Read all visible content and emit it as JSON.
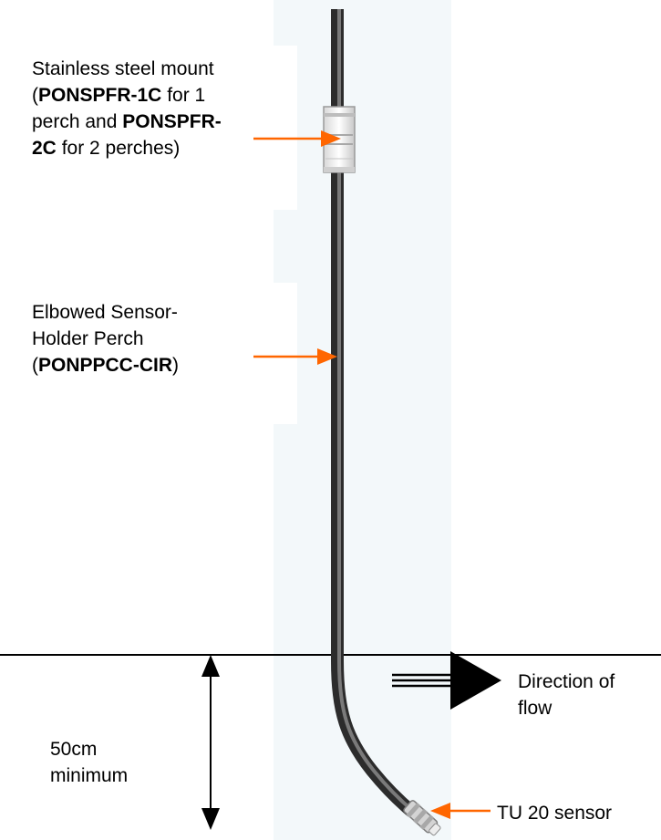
{
  "labels": {
    "mount": {
      "line1": "Stainless steel mount",
      "line2_open": "(",
      "line2_code": "PONSPFR-1C",
      "line2_rest": " for 1",
      "line3_text": "perch and ",
      "line3_code": "PONSPFR-",
      "line4_code": "2C",
      "line4_rest": " for 2 perches)"
    },
    "perch": {
      "line1": "Elbowed Sensor-",
      "line2": "Holder Perch",
      "line3_open": "(",
      "line3_code": "PONPPCC-CIR",
      "line3_close": ")"
    },
    "flow": {
      "line1": "Direction of",
      "line2": "flow"
    },
    "depth": {
      "line1": "50cm",
      "line2": "minimum"
    },
    "sensor": "TU 20 sensor"
  },
  "colors": {
    "arrow_orange": "#ff6600",
    "water_background": "#f3f8fa",
    "pipe_dark": "#3c3c3c",
    "pipe_light": "#8a8a8a",
    "mount_gray": "#b0b0b0"
  }
}
